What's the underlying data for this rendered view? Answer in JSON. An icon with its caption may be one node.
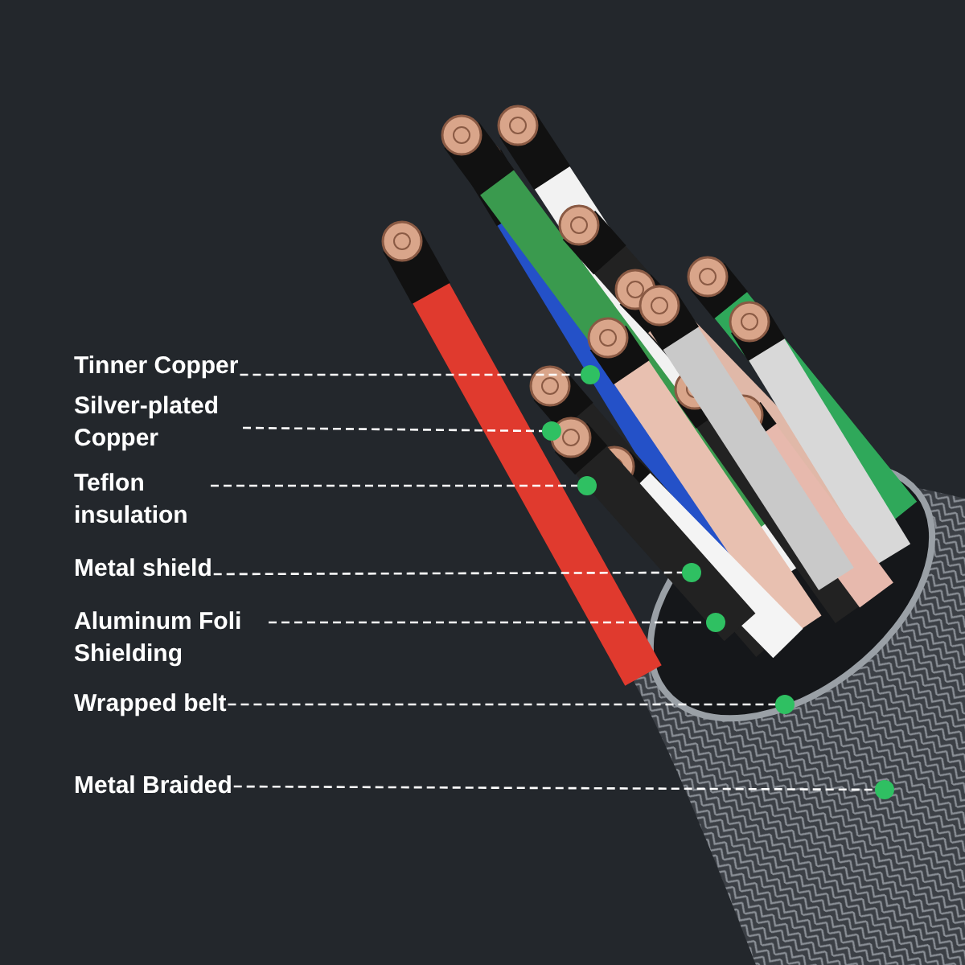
{
  "diagram": {
    "nodes": [
      {
        "text": [
          "Tinner Copper"
        ]
      },
      {
        "text": [
          "Silver-plated Copper"
        ]
      },
      {
        "text": [
          "Teflon insulation"
        ]
      },
      {
        "text": [
          "Metal shield"
        ]
      },
      {
        "text": [
          "Aluminum Foli Shielding"
        ]
      },
      {
        "text": [
          "Wrapped belt"
        ]
      },
      {
        "text": [
          "Metal Braided"
        ]
      },
      {
        "text": [],
        "shape": "circle"
      },
      {
        "text": [],
        "shape": "circle"
      },
      {
        "text": [],
        "shape": "circle"
      },
      {
        "text": [],
        "shape": "circle"
      },
      {
        "text": [],
        "shape": "circle"
      },
      {
        "text": [],
        "shape": "circle"
      },
      {
        "text": [],
        "shape": "circle"
      }
    ],
    "edges": [
      {
        "from": 0,
        "to": 7,
        "arrow": "none",
        "style": "dashed"
      },
      {
        "from": 1,
        "to": 8,
        "arrow": "none",
        "style": "dashed"
      },
      {
        "from": 2,
        "to": 9,
        "arrow": "none",
        "style": "dashed"
      },
      {
        "from": 3,
        "to": 10,
        "arrow": "none",
        "style": "dashed"
      },
      {
        "from": 4,
        "to": 11,
        "arrow": "none",
        "style": "dashed"
      },
      {
        "from": 5,
        "to": 12,
        "arrow": "none",
        "style": "dashed"
      },
      {
        "from": 6,
        "to": 13,
        "arrow": "none",
        "style": "dashed"
      }
    ]
  }
}
